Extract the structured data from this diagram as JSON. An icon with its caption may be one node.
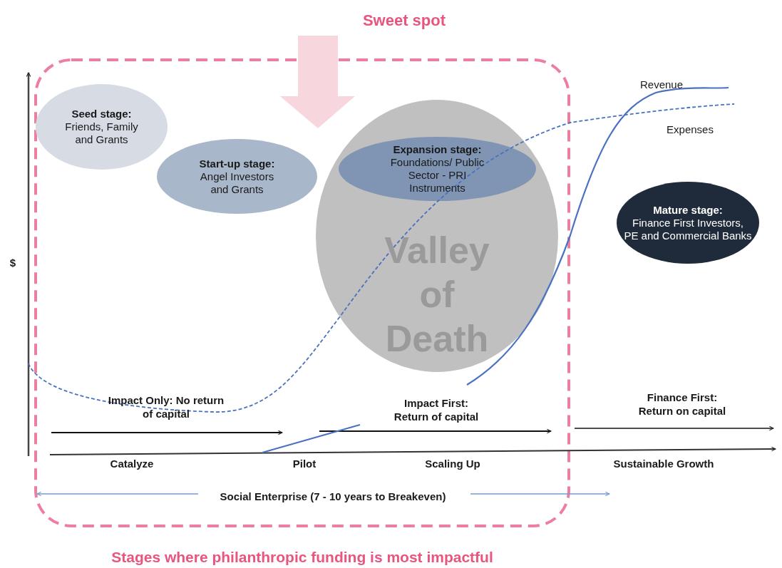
{
  "diagram": {
    "nodes": [
      {
        "text": [
          "Stages where philanthropic funding is most impactful"
        ]
      },
      {
        "text": [
          "Seed stage:",
          "Friends, Family and Grants"
        ],
        "in": 0
      },
      {
        "text": [
          "Start-up stage:",
          "Angel Investors and Grants"
        ],
        "in": 0
      },
      {
        "text": [
          "Valley of Death"
        ],
        "in": 0
      },
      {
        "text": [
          "Expansion stage:",
          "Foundations/ Public Sector - PRI Instruments"
        ],
        "in": 3
      },
      {
        "text": [
          "Mature stage:",
          "Finance First Investors, PE and Commercial Banks"
        ]
      }
    ],
    "labels": [
      "Sweet spot",
      "Revenue",
      "Expenses",
      "$",
      "Impact Only: No return of capital",
      "Impact First: Return of capital",
      "Finance First: Return on capital",
      "Catalyze",
      "Pilot",
      "Scaling Up",
      "Sustainable Growth",
      "Social Enterprise (7 - 10 years to Breakeven)"
    ]
  }
}
